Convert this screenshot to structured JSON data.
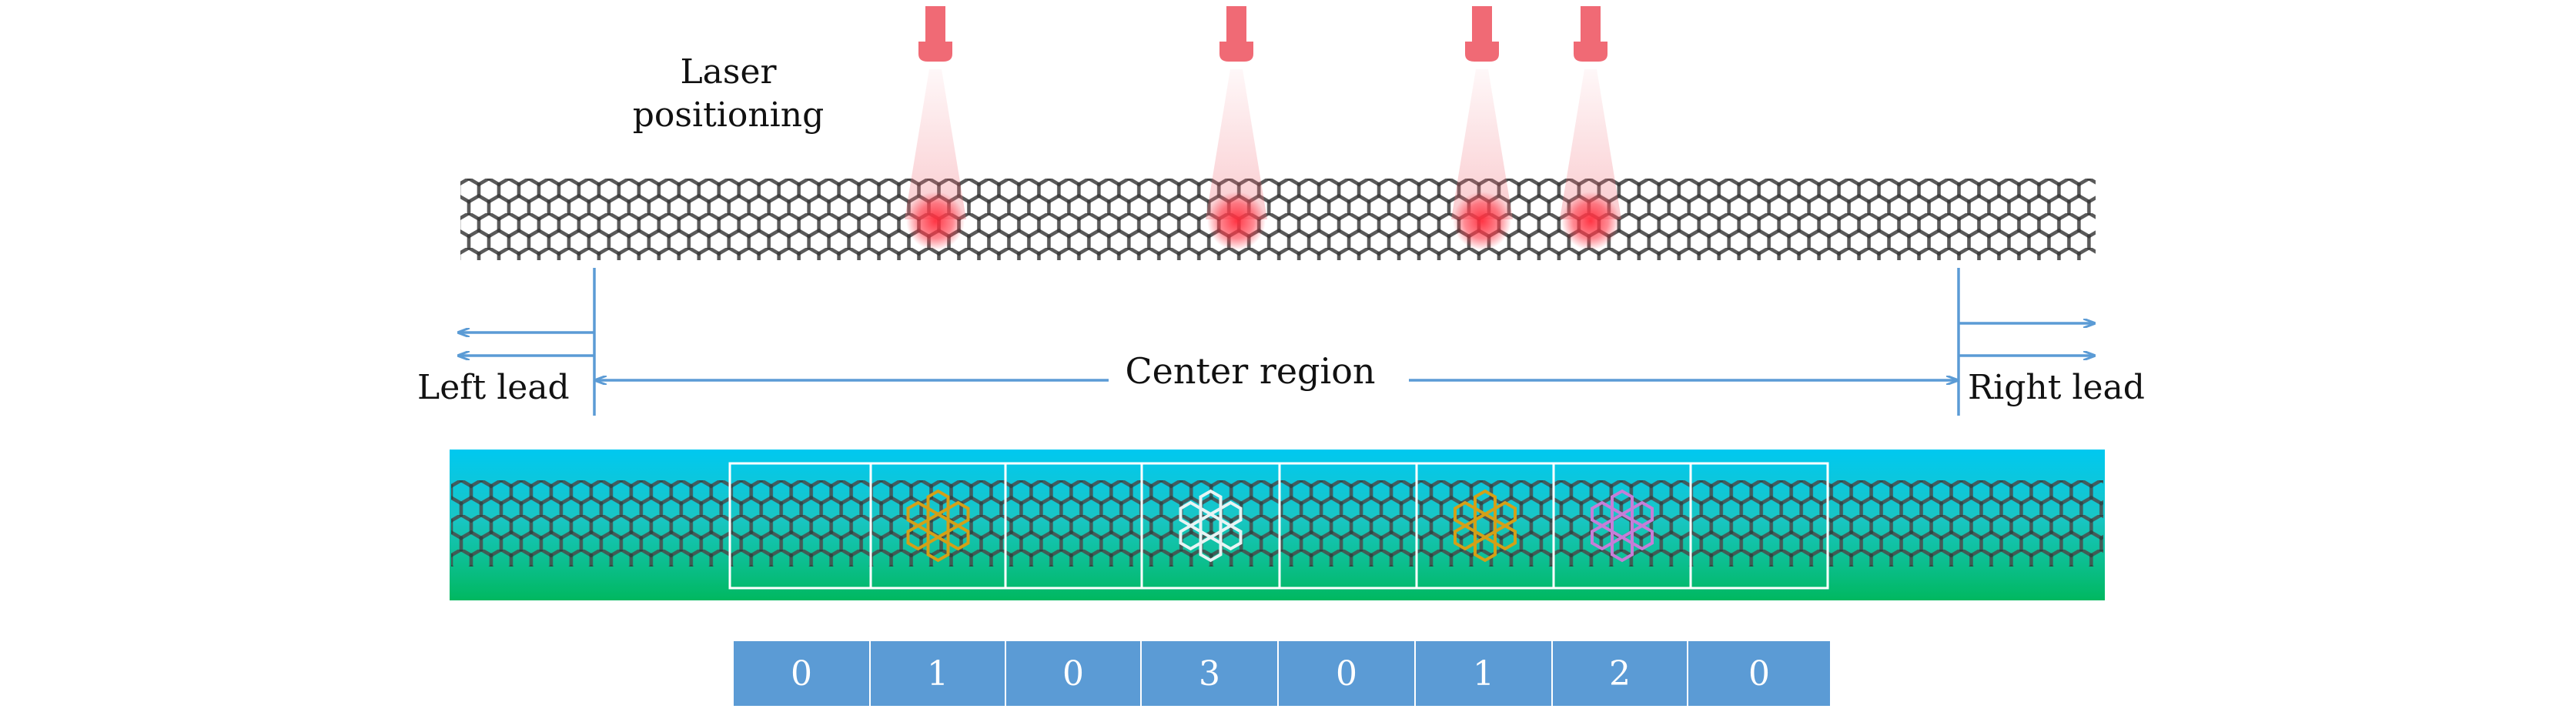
{
  "labels": {
    "laser_positioning_line1": "Laser",
    "laser_positioning_line2": "positioning",
    "left_lead": "Left lead",
    "center_region": "Center region",
    "right_lead": "Right lead"
  },
  "code_cells": [
    "0",
    "1",
    "0",
    "3",
    "0",
    "1",
    "2",
    "0"
  ],
  "defect_colors": {
    "1": "#d4a017",
    "2": "#c77dd8",
    "3": "#e8f4f4"
  },
  "colors": {
    "lattice": "#555555",
    "laser": "#f06a75",
    "arrow": "#5b9bd5",
    "code_box": "#5b9bd5",
    "band_top": "#00c8f0",
    "band_bottom": "#00b860"
  }
}
